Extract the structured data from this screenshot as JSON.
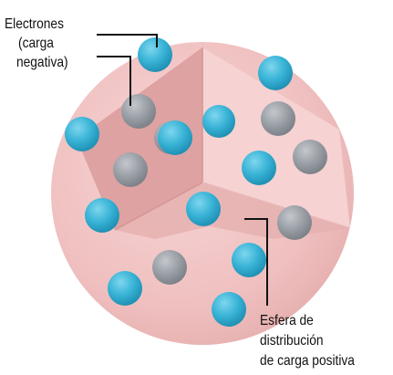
{
  "labels": {
    "electrons": [
      "Electrones",
      "(carga",
      "negativa)"
    ],
    "sphere": [
      "Esfera de",
      "distribución",
      "de carga positiva"
    ]
  },
  "colors": {
    "sphere_fill": "#f2c4c4",
    "sphere_cutaway_face_left": "#d99a9a",
    "sphere_cutaway_face_right": "#f6d4d4",
    "sphere_cutaway_floor": "#e3aeae",
    "electron_front": "#38b3d6",
    "electron_back": "#9a9fa6",
    "text": "#111111"
  }
}
